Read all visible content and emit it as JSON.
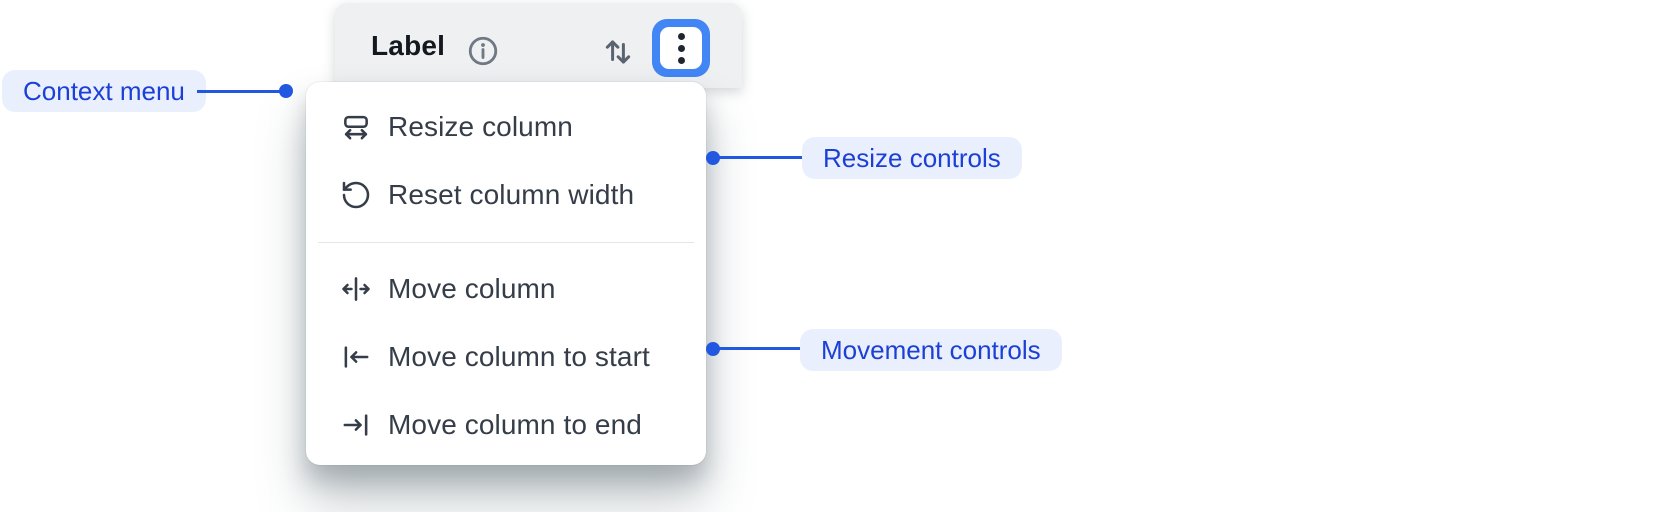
{
  "header": {
    "label": "Label",
    "icons": {
      "info": "info-circle-icon",
      "sort": "sort-arrows-icon",
      "more": "kebab-menu-icon"
    },
    "more_button_state": "focused"
  },
  "context_menu": {
    "items": [
      {
        "label": "Resize column",
        "icon": "resize-column-icon"
      },
      {
        "label": "Reset column width",
        "icon": "reset-column-width-icon"
      },
      {
        "label": "Move column",
        "icon": "move-column-icon"
      },
      {
        "label": "Move column to start",
        "icon": "move-column-to-start-icon"
      },
      {
        "label": "Move column to end",
        "icon": "move-column-to-end-icon"
      }
    ],
    "divider_after_index": 1
  },
  "annotations": {
    "context_menu": {
      "label": "Context menu"
    },
    "resize_controls": {
      "label": "Resize controls"
    },
    "movement_controls": {
      "label": "Movement controls"
    }
  },
  "colors": {
    "annotation_text": "#1c40d6",
    "annotation_pill_bg": "#e9effd",
    "connector_blue": "#2257e0",
    "focus_ring_blue": "#4285f4",
    "header_bg": "#eef0f2",
    "header_text": "#14191f",
    "menu_text": "#353d49",
    "menu_bg": "#ffffff",
    "divider": "#e4e6e9"
  }
}
